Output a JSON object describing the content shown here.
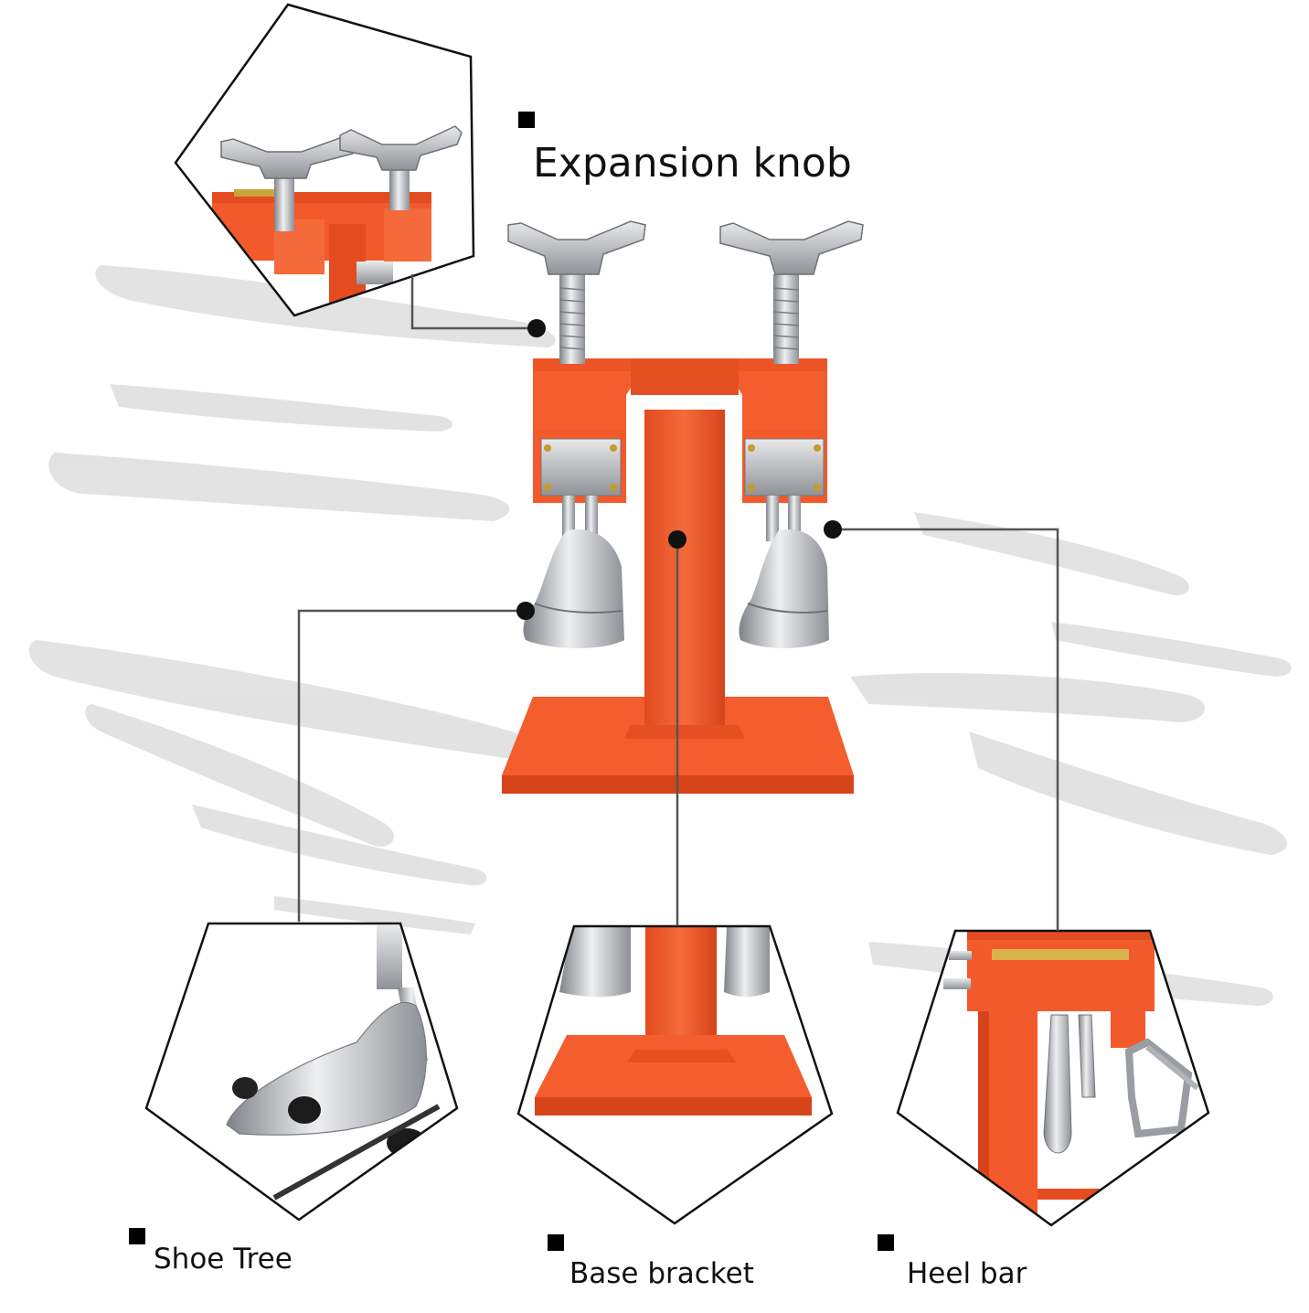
{
  "labels": {
    "expansion_knob": "Expansion knob",
    "shoe_tree": "Shoe Tree",
    "base_bracket": "Base bracket",
    "heel_bar": "Heel bar"
  },
  "colors": {
    "product_orange": "#f25a2b",
    "product_orange_dark": "#c8401a",
    "metal_light": "#d9dadc",
    "metal_dark": "#8a8d92",
    "leader_line": "#555555",
    "background_brush": "#dcdcdc"
  }
}
